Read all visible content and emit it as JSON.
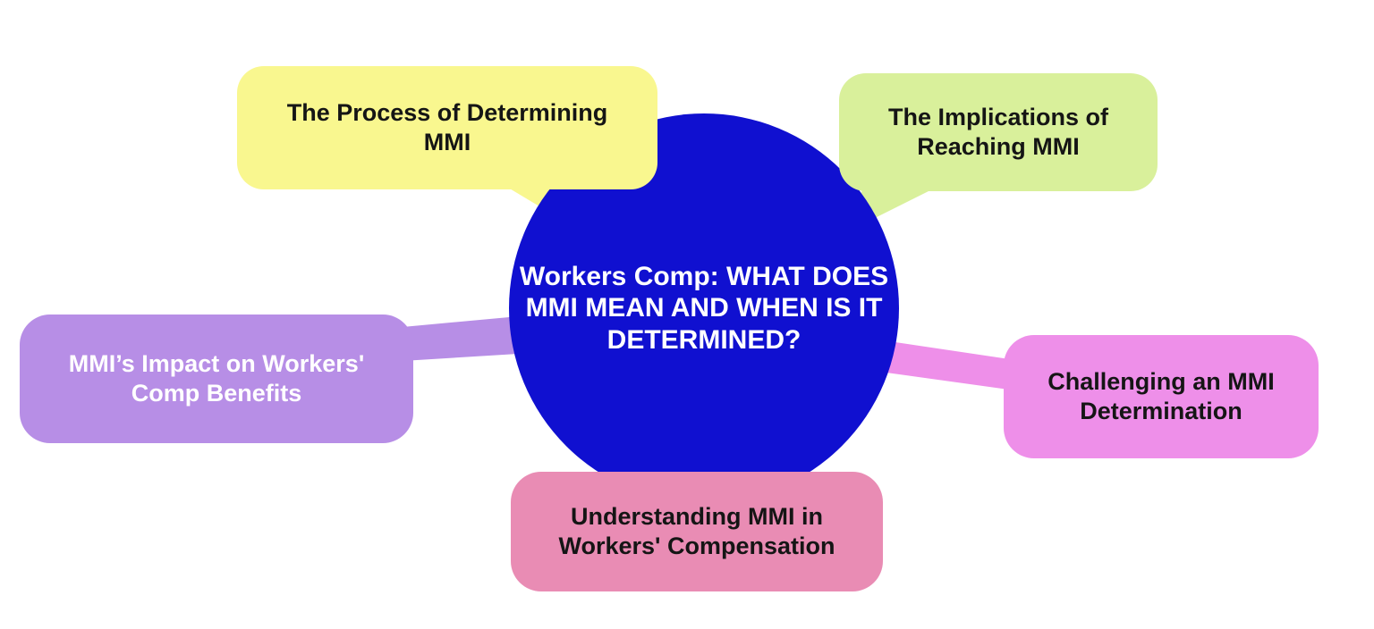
{
  "page": {
    "background": "#FFFFFF",
    "description": "Mind map: central topic circle with five speech-bubble subtopics"
  },
  "diagram": {
    "center": {
      "label_line1": "Workers Comp: WHAT DOES",
      "label_line2": "MMI MEAN AND WHEN IS IT",
      "label_line3": "DETERMINED?",
      "fill": "#1010D0",
      "text_color": "#FFFFFF"
    },
    "nodes": {
      "process": {
        "line1": "The Process of Determining",
        "line2": "MMI",
        "fill": "#F9F78F",
        "text_color": "#151515"
      },
      "implications": {
        "line1": "The Implications of",
        "line2": "Reaching MMI",
        "fill": "#D9F09B",
        "text_color": "#151515"
      },
      "impact": {
        "line1": "MMI’s Impact on Workers'",
        "line2": "Comp Benefits",
        "fill": "#B78EE6",
        "text_color": "#FFFFFF"
      },
      "challenging": {
        "line1": "Challenging an MMI",
        "line2": "Determination",
        "fill": "#EE8FE9",
        "text_color": "#151515"
      },
      "understanding": {
        "line1": "Understanding MMI in",
        "line2": "Workers' Compensation",
        "fill": "#E98CB4",
        "text_color": "#151515"
      }
    }
  }
}
